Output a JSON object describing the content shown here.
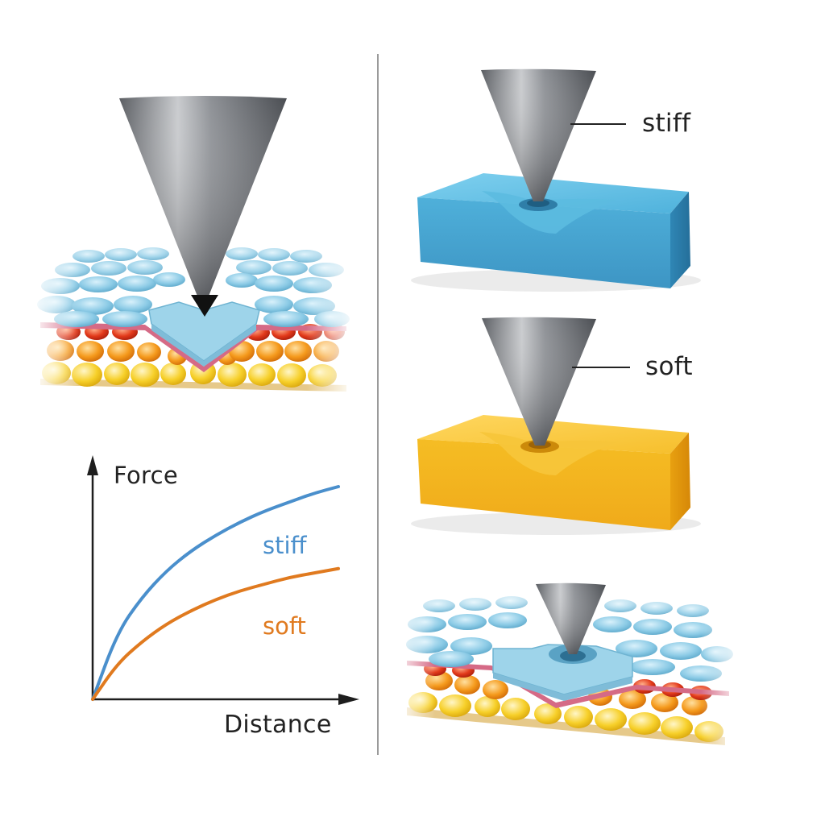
{
  "figure": {
    "left_panel": {
      "illustration": "AFM tip indenting layered cellular tissue",
      "chart": {
        "y_axis_label": "Force",
        "x_axis_label": "Distance",
        "series_labels": {
          "stiff": "stiff",
          "soft": "soft"
        }
      }
    },
    "right_panel": {
      "stiff_label": "stiff",
      "soft_label": "soft"
    },
    "colors": {
      "stiff_curve": "#4a8fcc",
      "soft_curve": "#e07a1f",
      "stiff_block": "#4fb0da",
      "soft_block": "#f3b82a",
      "tip": "#6e7278",
      "axis": "#1e1e1e",
      "divider": "#9a9a9a"
    }
  },
  "chart_data": {
    "type": "line",
    "title": "",
    "xlabel": "Distance",
    "ylabel": "Force",
    "grid": false,
    "legend_position": "inline labels right of curves",
    "x": [
      0,
      0.1,
      0.2,
      0.3,
      0.4,
      0.5,
      0.6,
      0.7,
      0.8,
      0.9,
      1.0
    ],
    "series": [
      {
        "name": "stiff",
        "color": "#4a8fcc",
        "values": [
          0,
          0.3,
          0.46,
          0.58,
          0.67,
          0.74,
          0.8,
          0.85,
          0.89,
          0.93,
          0.96
        ]
      },
      {
        "name": "soft",
        "color": "#e07a1f",
        "values": [
          0,
          0.16,
          0.26,
          0.34,
          0.4,
          0.45,
          0.49,
          0.52,
          0.55,
          0.57,
          0.59
        ]
      }
    ],
    "xlim": [
      0,
      1.05
    ],
    "ylim": [
      0,
      1.1
    ],
    "annotations": [
      "stiff",
      "soft"
    ]
  }
}
